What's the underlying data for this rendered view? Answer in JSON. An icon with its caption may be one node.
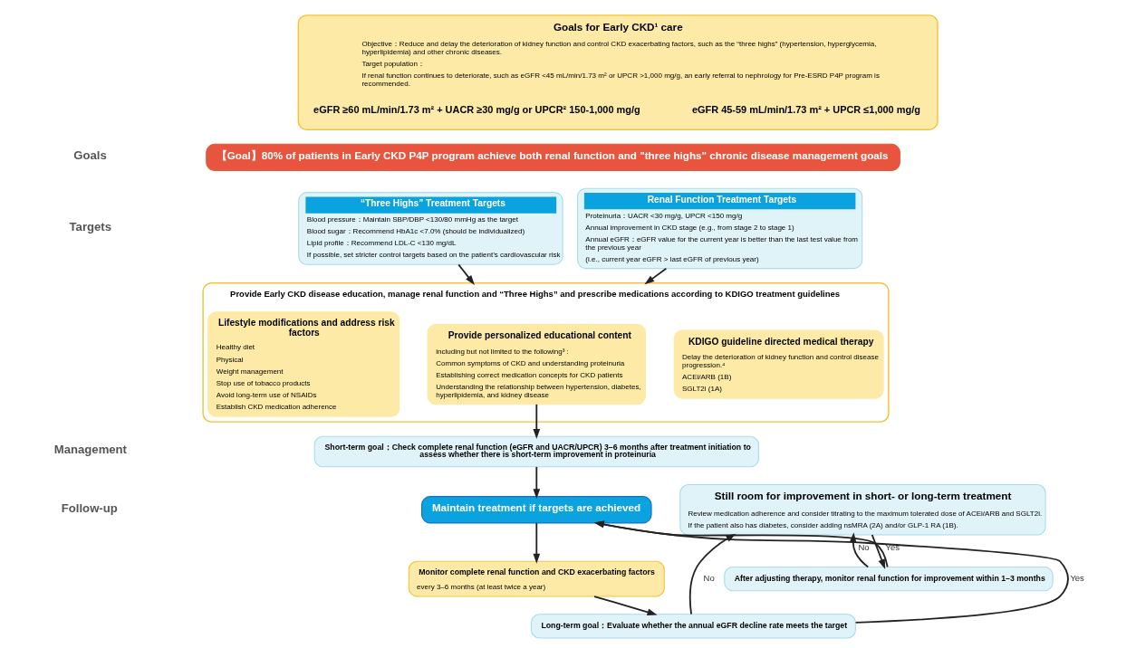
{
  "diagram": {
    "nodes": [
      {
        "text": [
          "Goals for Early CKD¹ care",
          "Objective：Reduce and delay the deterioration of kidney function and control CKD exacerbating factors, such as the “three highs” (hypertension, hyperglycemia, hyperlipidemia) and other chronic diseases.",
          "Target population：",
          "If renal function continues to deteriorate, such as eGFR <45 mL/min/1.73 m² or UPCR >1,000 mg/g, an early referral to nephrology for Pre-ESRD P4P program is recommended."
        ]
      },
      {
        "text": [
          "eGFR ≥60 mL/min/1.73 m² + UACR ≥30 mg/g or UPCR² 150-1,000 mg/g"
        ],
        "in": 0
      },
      {
        "text": [
          "eGFR 45-59 mL/min/1.73 m² + UPCR ≤1,000 mg/g"
        ],
        "in": 0
      },
      {
        "text": [
          "【Goal】80% of patients in Early CKD P4P program achieve both renal function and \"three highs\" chronic disease management goals"
        ]
      },
      {
        "text": [
          "Renal Function Treatment Targets",
          "Proteinuria：UACR <30 mg/g, UPCR <150 mg/g",
          "Annual improvement in CKD stage (e.g., from stage 2 to stage 1)",
          "Annual eGFR：eGFR value for the current year is better than the last test value from the previous year",
          "(i.e., current year eGFR > last eGFR of previous year)"
        ]
      },
      {
        "text": [
          "“Three Highs” Treatment Targets",
          "Blood pressure：Maintain SBP/DBP <130/80 mmHg as the target",
          "Blood sugar：Recommend HbA1c <7.0% (should be individualized)",
          "Lipid profile：Recommend LDL-C <130 mg/dL",
          "If possible, set stricter control targets based on the patient’s cardiovascular risk"
        ]
      },
      {
        "text": [
          "Provide Early CKD disease education, manage renal function and “Three Highs” and prescribe medications according to KDIGO treatment guidelines"
        ]
      },
      {
        "text": [
          "Lifestyle modifications and address risk factors",
          "Healthy diet",
          "Physical",
          "Weight management",
          "Stop use of tobacco products",
          "Avoid long-term use of NSAIDs",
          "Establish CKD medication adherence"
        ],
        "in": 6
      },
      {
        "text": [
          "Provide personalized educational content",
          "including but not limited to the following³ :",
          "Common symptoms of CKD and understanding proteinuria",
          "Establishing correct medication concepts for CKD patients",
          "Understanding the relationship between hypertension, diabetes, hyperlipidemia, and kidney disease"
        ],
        "in": 6
      },
      {
        "text": [
          "KDIGO guideline directed medical therapy",
          "Delay the deterioration of kidney function and control disease progression.⁴",
          "ACEi/ARB (1B)",
          "SGLT2i (1A)"
        ],
        "in": 6
      },
      {
        "text": [
          "Short-term goal：Check complete renal function (eGFR and UACR/UPCR) 3–6 months after treatment initiation to assess whether there is short-term improvement in proteinuria"
        ]
      },
      {
        "text": [
          "Maintain treatment if targets are achieved"
        ]
      },
      {
        "text": [
          "Monitor complete renal function and CKD exacerbating factors",
          "every 3–6 months (at least twice a year)"
        ]
      },
      {
        "text": [
          "Long-term goal：Evaluate whether the annual eGFR decline rate meets the target"
        ]
      },
      {
        "text": [
          "Still room for improvement in short- or long-term treatment",
          "Review medication adherence and consider titrating to the maximum tolerated dose of ACEi/ARB and SGLT2i.",
          "If the patient also has diabetes, consider adding nsMRA (2A) and/or GLP-1 RA (1B)."
        ]
      },
      {
        "text": [
          "After adjusting therapy, monitor renal function for improvement within 1–3 months"
        ]
      }
    ],
    "edges": [
      {
        "from": 4,
        "to": 6,
        "arrow": "to"
      },
      {
        "from": 5,
        "to": 6,
        "arrow": "to"
      },
      {
        "from": 8,
        "to": 10,
        "arrow": "to"
      },
      {
        "from": 10,
        "to": 11,
        "arrow": "to"
      },
      {
        "from": 11,
        "to": 12,
        "arrow": "to"
      },
      {
        "from": 12,
        "to": 13,
        "arrow": "to"
      },
      {
        "from": 13,
        "to": 11,
        "arrow": "to",
        "label": "Yes"
      },
      {
        "from": 13,
        "to": 14,
        "arrow": "to",
        "label": "No"
      },
      {
        "from": 14,
        "to": 15,
        "arrow": "to"
      },
      {
        "from": 15,
        "to": 11,
        "arrow": "to",
        "label": "Yes"
      },
      {
        "from": 15,
        "to": 14,
        "arrow": "to",
        "label": "No"
      }
    ],
    "labels": [
      "Goals",
      "Targets",
      "Management",
      "Follow-up"
    ]
  }
}
